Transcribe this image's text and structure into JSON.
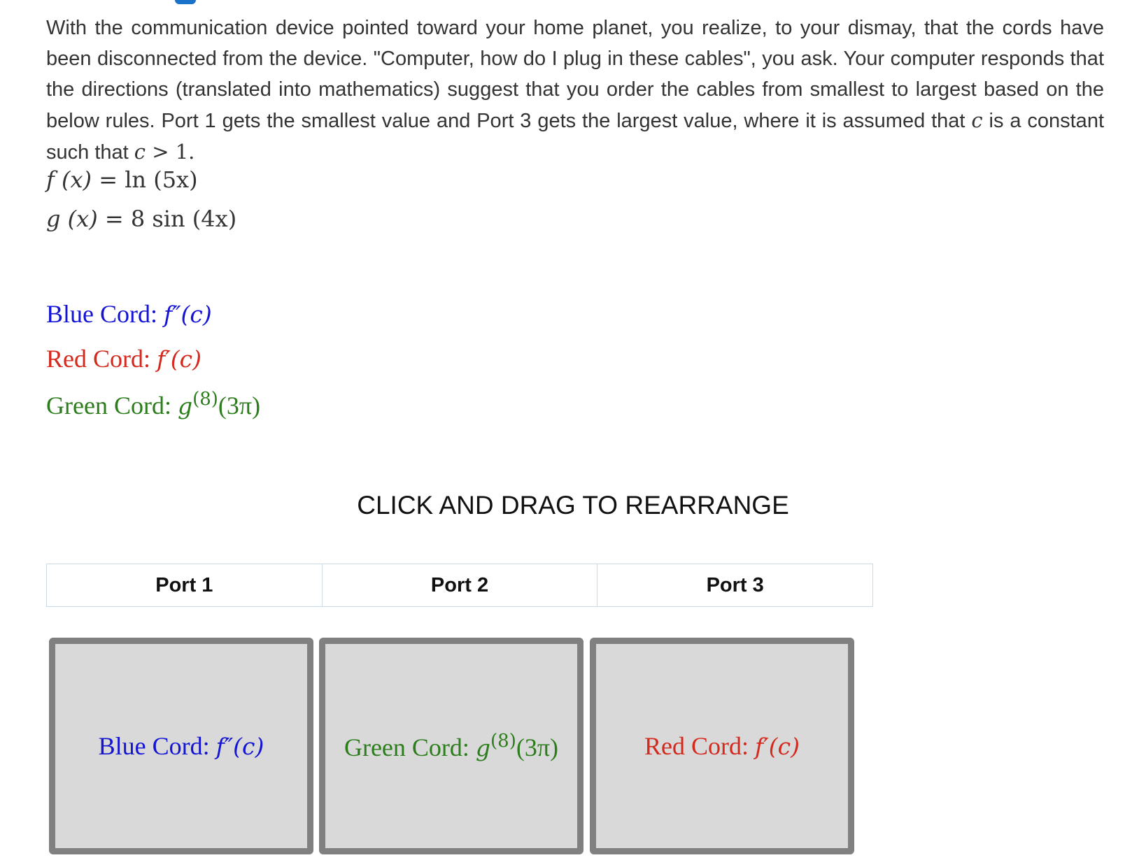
{
  "intro": {
    "text_part1": "With the communication device pointed toward your home planet, you realize, to your dismay, that the cords have been disconnected from the device. \"Computer, how do I plug in these cables\", you ask. Your computer responds that the directions (translated into mathematics) suggest that you order the cables from smallest to largest based on the below rules. Port 1 gets the smallest value and Port 3 gets the largest value, where it is assumed that ",
    "var_c": "c",
    "text_part2": " is a constant such that ",
    "inequality_var": "c",
    "inequality_rest": " > 1."
  },
  "functions": {
    "f_lhs": "f (x)",
    "f_rhs": "= ln (5x)",
    "g_lhs": "g (x)",
    "g_rhs": "= 8 sin (4x)"
  },
  "cords": {
    "blue": {
      "label": "Blue Cord: ",
      "expr": "f″(c)",
      "color": "#1414d4"
    },
    "red": {
      "label": "Red Cord: ",
      "expr": "f′(c)",
      "color": "#d42a1e"
    },
    "green": {
      "label": "Green Cord: ",
      "expr_base": "g",
      "expr_sup": "(8)",
      "expr_arg": "(3π)",
      "color": "#2c7d1b"
    }
  },
  "instruction": "CLICK AND DRAG TO REARRANGE",
  "ports": [
    "Port 1",
    "Port 2",
    "Port 3"
  ],
  "slots": {
    "slot1": {
      "label": "Blue Cord: ",
      "expr": "f″(c)"
    },
    "slot2": {
      "label": "Green Cord: ",
      "expr_base": "g",
      "expr_sup": "(8)",
      "expr_arg": "(3π)"
    },
    "slot3": {
      "label": "Red Cord: ",
      "expr": "f′(c)"
    }
  }
}
